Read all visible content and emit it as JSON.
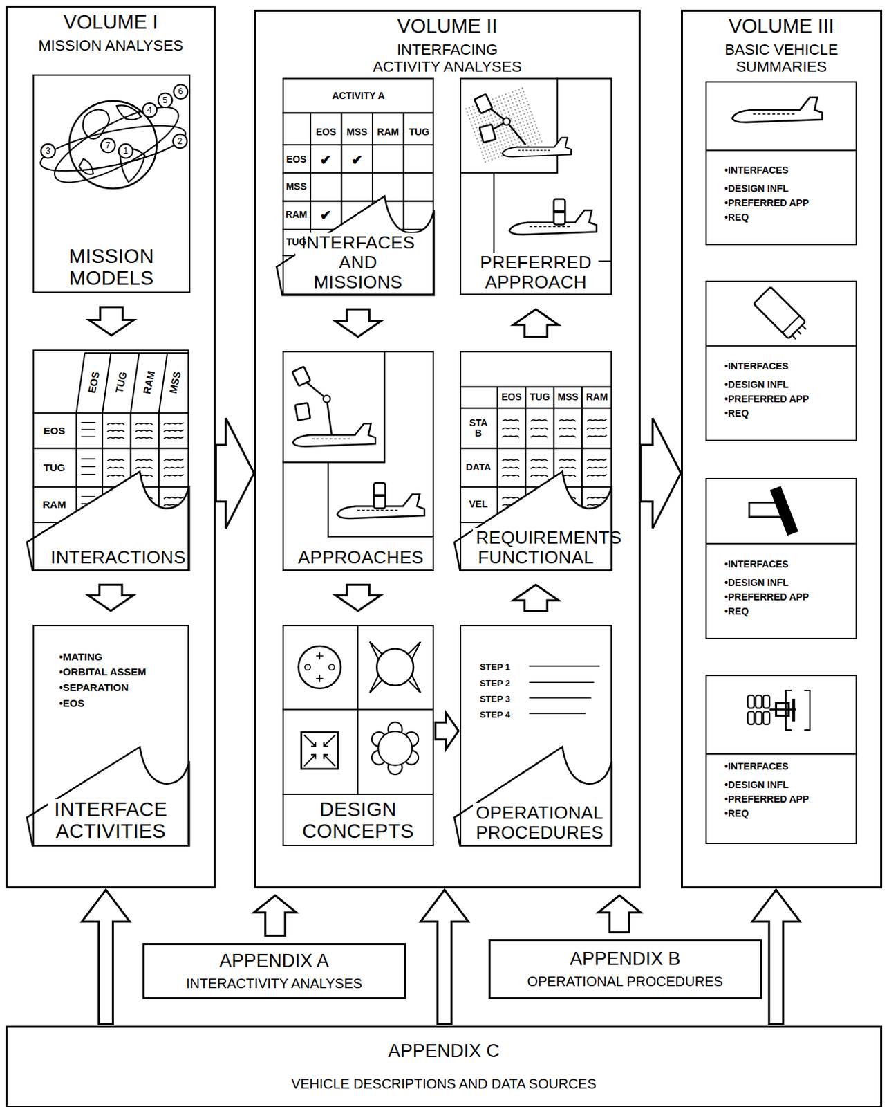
{
  "diagram": {
    "nodes": [
      {
        "text": [
          "VOLUME I",
          "MISSION ANALYSES"
        ]
      },
      {
        "text": [
          "MISSION MODELS"
        ],
        "in": 0
      },
      {
        "text": [
          "INTERACTIONS"
        ],
        "in": 0
      },
      {
        "text": [
          "INTERFACE ACTIVITIES"
        ],
        "in": 0
      },
      {
        "text": [
          "VOLUME II",
          "INTERFACING ACTIVITY ANALYSES"
        ]
      },
      {
        "text": [
          "INTERFACES AND MISSIONS"
        ],
        "in": 4
      },
      {
        "text": [
          "PREFERRED APPROACH"
        ],
        "in": 4
      },
      {
        "text": [
          "APPROACHES"
        ],
        "in": 4
      },
      {
        "text": [
          "REQUIREMENTS FUNCTIONAL"
        ],
        "in": 4
      },
      {
        "text": [
          "DESIGN CONCEPTS"
        ],
        "in": 4
      },
      {
        "text": [
          "OPERATIONAL PROCEDURES"
        ],
        "in": 4
      },
      {
        "text": [
          "VOLUME III",
          "BASIC VEHICLE SUMMARIES"
        ]
      },
      {
        "text": [
          "•INTERFACES",
          "•DESIGN INFL",
          "•PREFERRED APP",
          "•REQ"
        ],
        "in": 11
      },
      {
        "text": [
          "•INTERFACES",
          "•DESIGN INFL",
          "•PREFERRED APP",
          "•REQ"
        ],
        "in": 11
      },
      {
        "text": [
          "•INTERFACES",
          "•DESIGN INFL",
          "•PREFERRED APP",
          "•REQ"
        ],
        "in": 11
      },
      {
        "text": [
          "•INTERFACES",
          "•DESIGN INFL",
          "•PREFERRED APP",
          "•REQ"
        ],
        "in": 11
      },
      {
        "text": [
          "APPENDIX A",
          "INTERACTIVITY ANALYSES"
        ]
      },
      {
        "text": [
          "APPENDIX B",
          "OPERATIONAL PROCEDURES"
        ]
      },
      {
        "text": [
          "APPENDIX C",
          "VEHICLE DESCRIPTIONS AND DATA SOURCES"
        ]
      }
    ],
    "edges": [
      {
        "from": 1,
        "to": 2,
        "arrow": "to"
      },
      {
        "from": 2,
        "to": 3,
        "arrow": "to"
      },
      {
        "from": 0,
        "to": 4,
        "arrow": "to"
      },
      {
        "from": 5,
        "to": 7,
        "arrow": "to"
      },
      {
        "from": 7,
        "to": 9,
        "arrow": "to"
      },
      {
        "from": 9,
        "to": 10,
        "arrow": "to"
      },
      {
        "from": 10,
        "to": 8,
        "arrow": "to"
      },
      {
        "from": 8,
        "to": 6,
        "arrow": "to"
      },
      {
        "from": 4,
        "to": 11,
        "arrow": "to"
      },
      {
        "from": 18,
        "to": 0,
        "arrow": "to"
      },
      {
        "from": 16,
        "to": 4,
        "arrow": "to"
      },
      {
        "from": 18,
        "to": 4,
        "arrow": "to"
      },
      {
        "from": 17,
        "to": 4,
        "arrow": "to"
      },
      {
        "from": 18,
        "to": 11,
        "arrow": "to"
      }
    ],
    "labels": [
      "1",
      "2",
      "3",
      "4",
      "5",
      "6",
      "7",
      "EOS",
      "TUG",
      "RAM",
      "MSS",
      "EOS",
      "TUG",
      "RAM",
      "•MATING",
      "•ORBITAL ASSEM",
      "•SEPARATION",
      "•EOS",
      "ACTIVITY A",
      "EOS",
      "MSS",
      "RAM",
      "TUG",
      "EOS",
      "MSS",
      "RAM",
      "TUG",
      "✔",
      "✔",
      "✔",
      "EOS",
      "TUG",
      "MSS",
      "RAM",
      "STA B",
      "DATA",
      "VEL",
      "STEP 1",
      "STEP 2",
      "STEP 3",
      "STEP 4"
    ]
  }
}
